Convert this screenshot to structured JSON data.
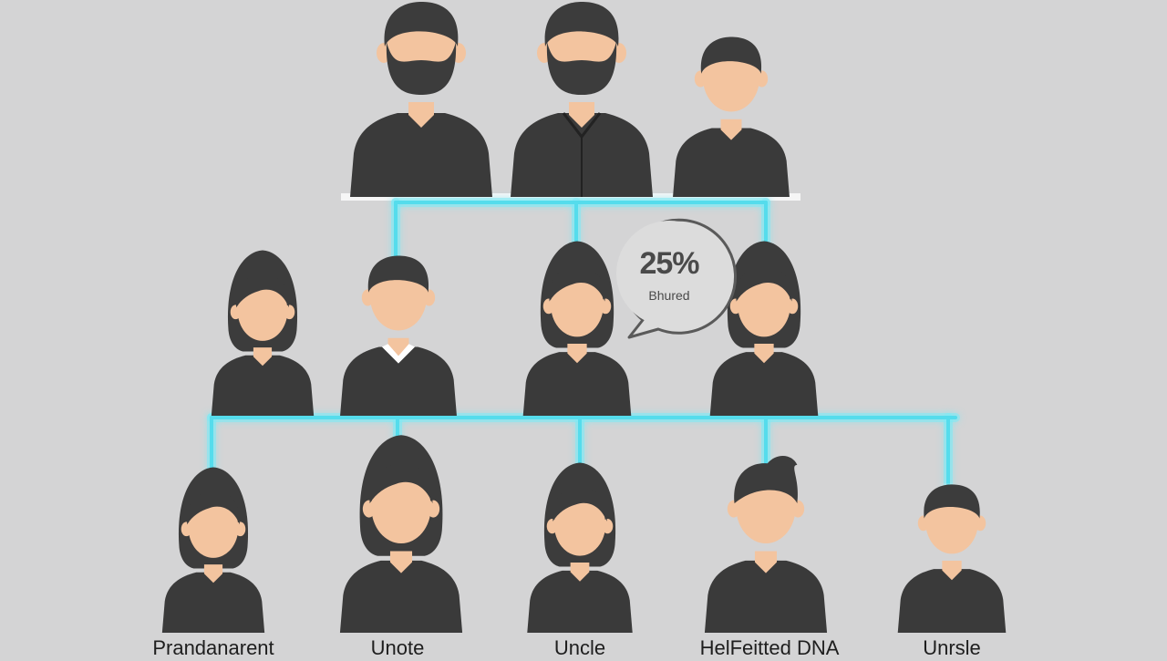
{
  "colors": {
    "background": "#d4d4d5",
    "connector": "#55dcec",
    "connector_glow": "#7fe9f5",
    "clothing": "#3a3a3a",
    "hair": "#3c3c3c",
    "skin": "#f3c49f",
    "bubble_border": "#5a5a5a"
  },
  "tree": {
    "top_generation": [
      {
        "icon": "bearded-man-icon"
      },
      {
        "icon": "bearded-man-collared-shirt-icon"
      },
      {
        "icon": "man-icon"
      }
    ],
    "middle_generation": [
      {
        "icon": "woman-icon"
      },
      {
        "icon": "man-white-collar-icon"
      },
      {
        "icon": "woman-icon"
      },
      {
        "icon": "woman-icon"
      }
    ],
    "bottom_generation": [
      {
        "icon": "woman-icon",
        "label": "Prandanarent"
      },
      {
        "icon": "person-icon",
        "label": "Unote"
      },
      {
        "icon": "woman-icon",
        "label": "Uncle"
      },
      {
        "icon": "man-icon",
        "label": "HelFeitted DNA"
      },
      {
        "icon": "man-icon",
        "label": "Unrsle"
      }
    ]
  },
  "bubble": {
    "percent": "25%",
    "note": "Bhured"
  }
}
